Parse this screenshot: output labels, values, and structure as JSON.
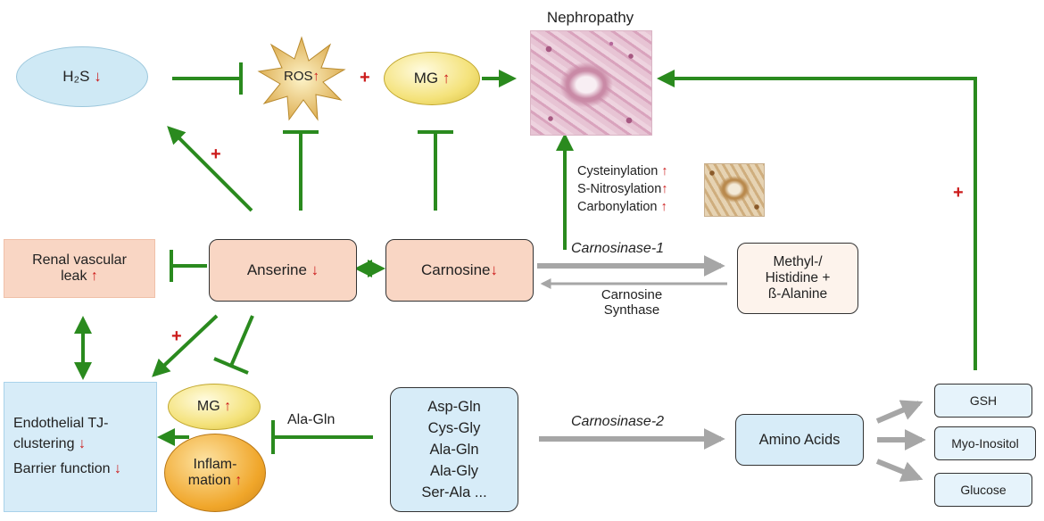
{
  "colors": {
    "green": "#2a8a1e",
    "gray": "#a6a6a6",
    "red": "#cc1b1b",
    "peach": "#f9d6c4",
    "light_blue": "#d7ecf8",
    "yellow": "#f4e27a",
    "orange": "#f0a62a"
  },
  "h2s": {
    "label": "H₂S",
    "arrow": "↓"
  },
  "ros": {
    "label": "ROS",
    "arrow": "↑"
  },
  "plus_sign": "+",
  "mg_top": {
    "label": "MG",
    "arrow": "↑"
  },
  "nephropathy": {
    "title": "Nephropathy"
  },
  "modifications": [
    {
      "label": "Cysteinylation",
      "arrow": "↑"
    },
    {
      "label": "S-Nitrosylation",
      "arrow": "↑"
    },
    {
      "label": "Carbonylation",
      "arrow": "↑"
    }
  ],
  "renal_leak": {
    "line1": "Renal vascular",
    "line2": "leak",
    "arrow": "↑"
  },
  "anserine": {
    "label": "Anserine",
    "arrow": "↓"
  },
  "carnosine": {
    "label": "Carnosine",
    "arrow": "↓"
  },
  "carnosinase1": "Carnosinase-1",
  "carnosine_synthase": {
    "line1": "Carnosine",
    "line2": "Synthase"
  },
  "methyl_box": {
    "line1": "Methyl-/",
    "line2": "Histidine +",
    "line3": "ß-Alanine"
  },
  "endothelial": {
    "line1": "Endothelial TJ-",
    "line2": "clustering",
    "arrow1": "↓",
    "line3": "Barrier function",
    "arrow2": "↓"
  },
  "mg_bottom": {
    "label": "MG",
    "arrow": "↑"
  },
  "inflammation": {
    "line1": "Inflam-",
    "line2": "mation",
    "arrow": "↑"
  },
  "ala_gln_label": "Ala-Gln",
  "dipeptides": [
    "Asp-Gln",
    "Cys-Gly",
    "Ala-Gln",
    "Ala-Gly",
    "Ser-Ala ..."
  ],
  "carnosinase2": "Carnosinase-2",
  "amino_acids": "Amino Acids",
  "products": [
    "GSH",
    "Myo-Inositol",
    "Glucose"
  ]
}
